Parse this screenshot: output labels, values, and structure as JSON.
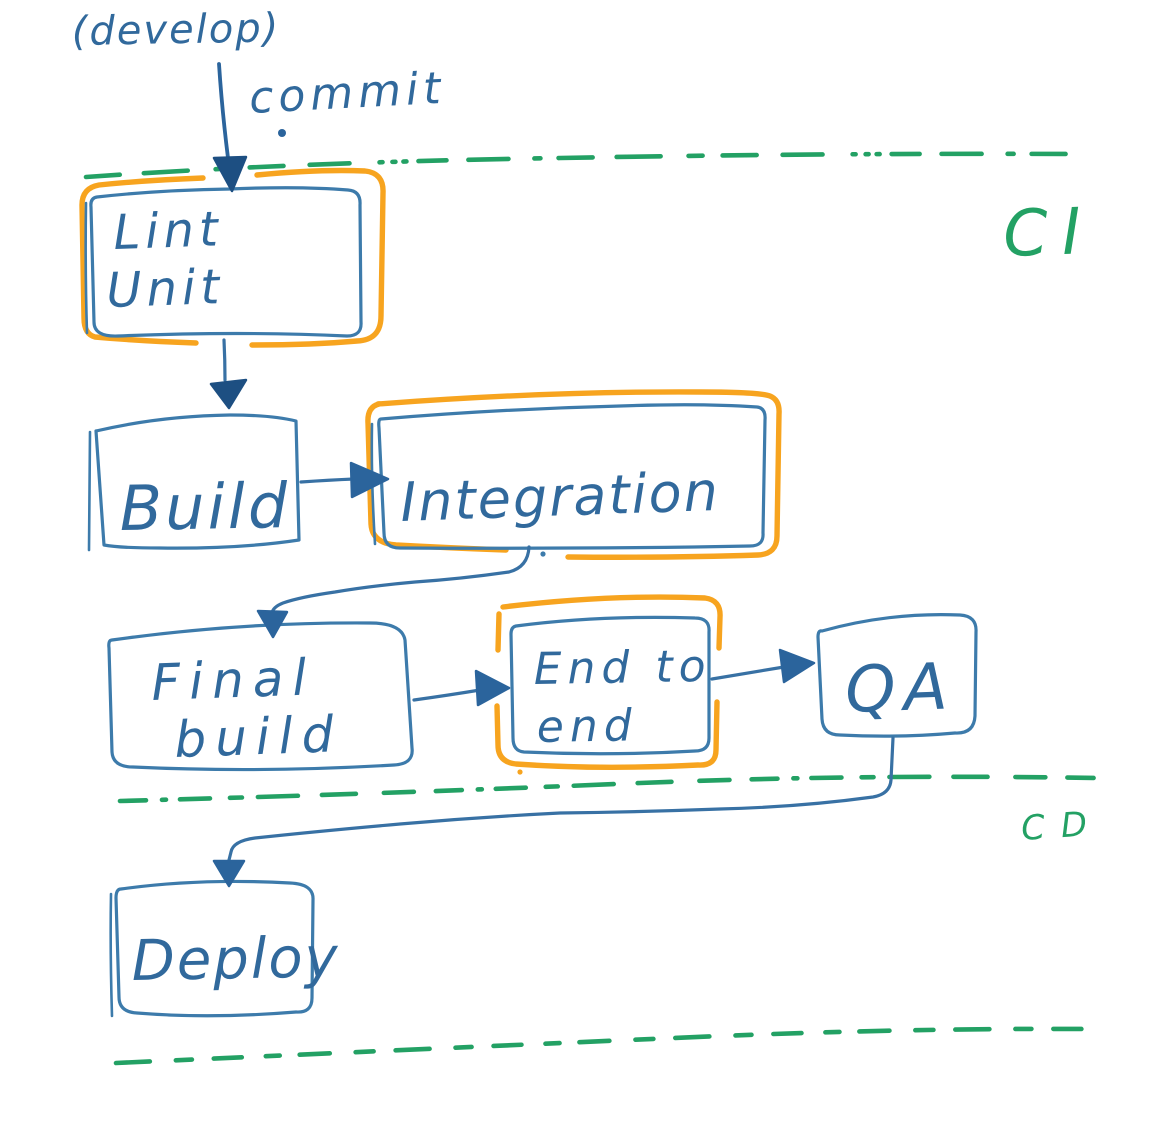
{
  "diagram": {
    "type": "hand-drawn CI/CD pipeline flowchart",
    "branch_label": "(develop)",
    "regions": [
      {
        "id": "ci",
        "label": "CI"
      },
      {
        "id": "cd",
        "label": "CD"
      }
    ],
    "nodes": [
      {
        "id": "lint-unit",
        "lines": [
          "Lint",
          "Unit"
        ],
        "highlighted": true
      },
      {
        "id": "build",
        "lines": [
          "Build"
        ],
        "highlighted": false
      },
      {
        "id": "integration",
        "lines": [
          "Integration"
        ],
        "highlighted": true
      },
      {
        "id": "final-build",
        "lines": [
          "Final",
          "build"
        ],
        "highlighted": false
      },
      {
        "id": "end-to-end",
        "lines": [
          "End to",
          "end"
        ],
        "highlighted": true
      },
      {
        "id": "qa",
        "lines": [
          "QA"
        ],
        "highlighted": false
      },
      {
        "id": "deploy",
        "lines": [
          "Deploy"
        ],
        "highlighted": false
      }
    ],
    "edges": [
      {
        "from": "develop",
        "to": "lint-unit",
        "label": "commit"
      },
      {
        "from": "lint-unit",
        "to": "build",
        "label": ""
      },
      {
        "from": "build",
        "to": "integration",
        "label": ""
      },
      {
        "from": "integration",
        "to": "final-build",
        "label": ""
      },
      {
        "from": "final-build",
        "to": "end-to-end",
        "label": ""
      },
      {
        "from": "end-to-end",
        "to": "qa",
        "label": ""
      },
      {
        "from": "qa",
        "to": "deploy",
        "label": ""
      }
    ],
    "colors": {
      "ink_blue": "#3d7bab",
      "arrow_navy": "#1d4f82",
      "highlight_orange": "#f7a41f",
      "region_green": "#23a164",
      "background": "#ffffff"
    }
  }
}
